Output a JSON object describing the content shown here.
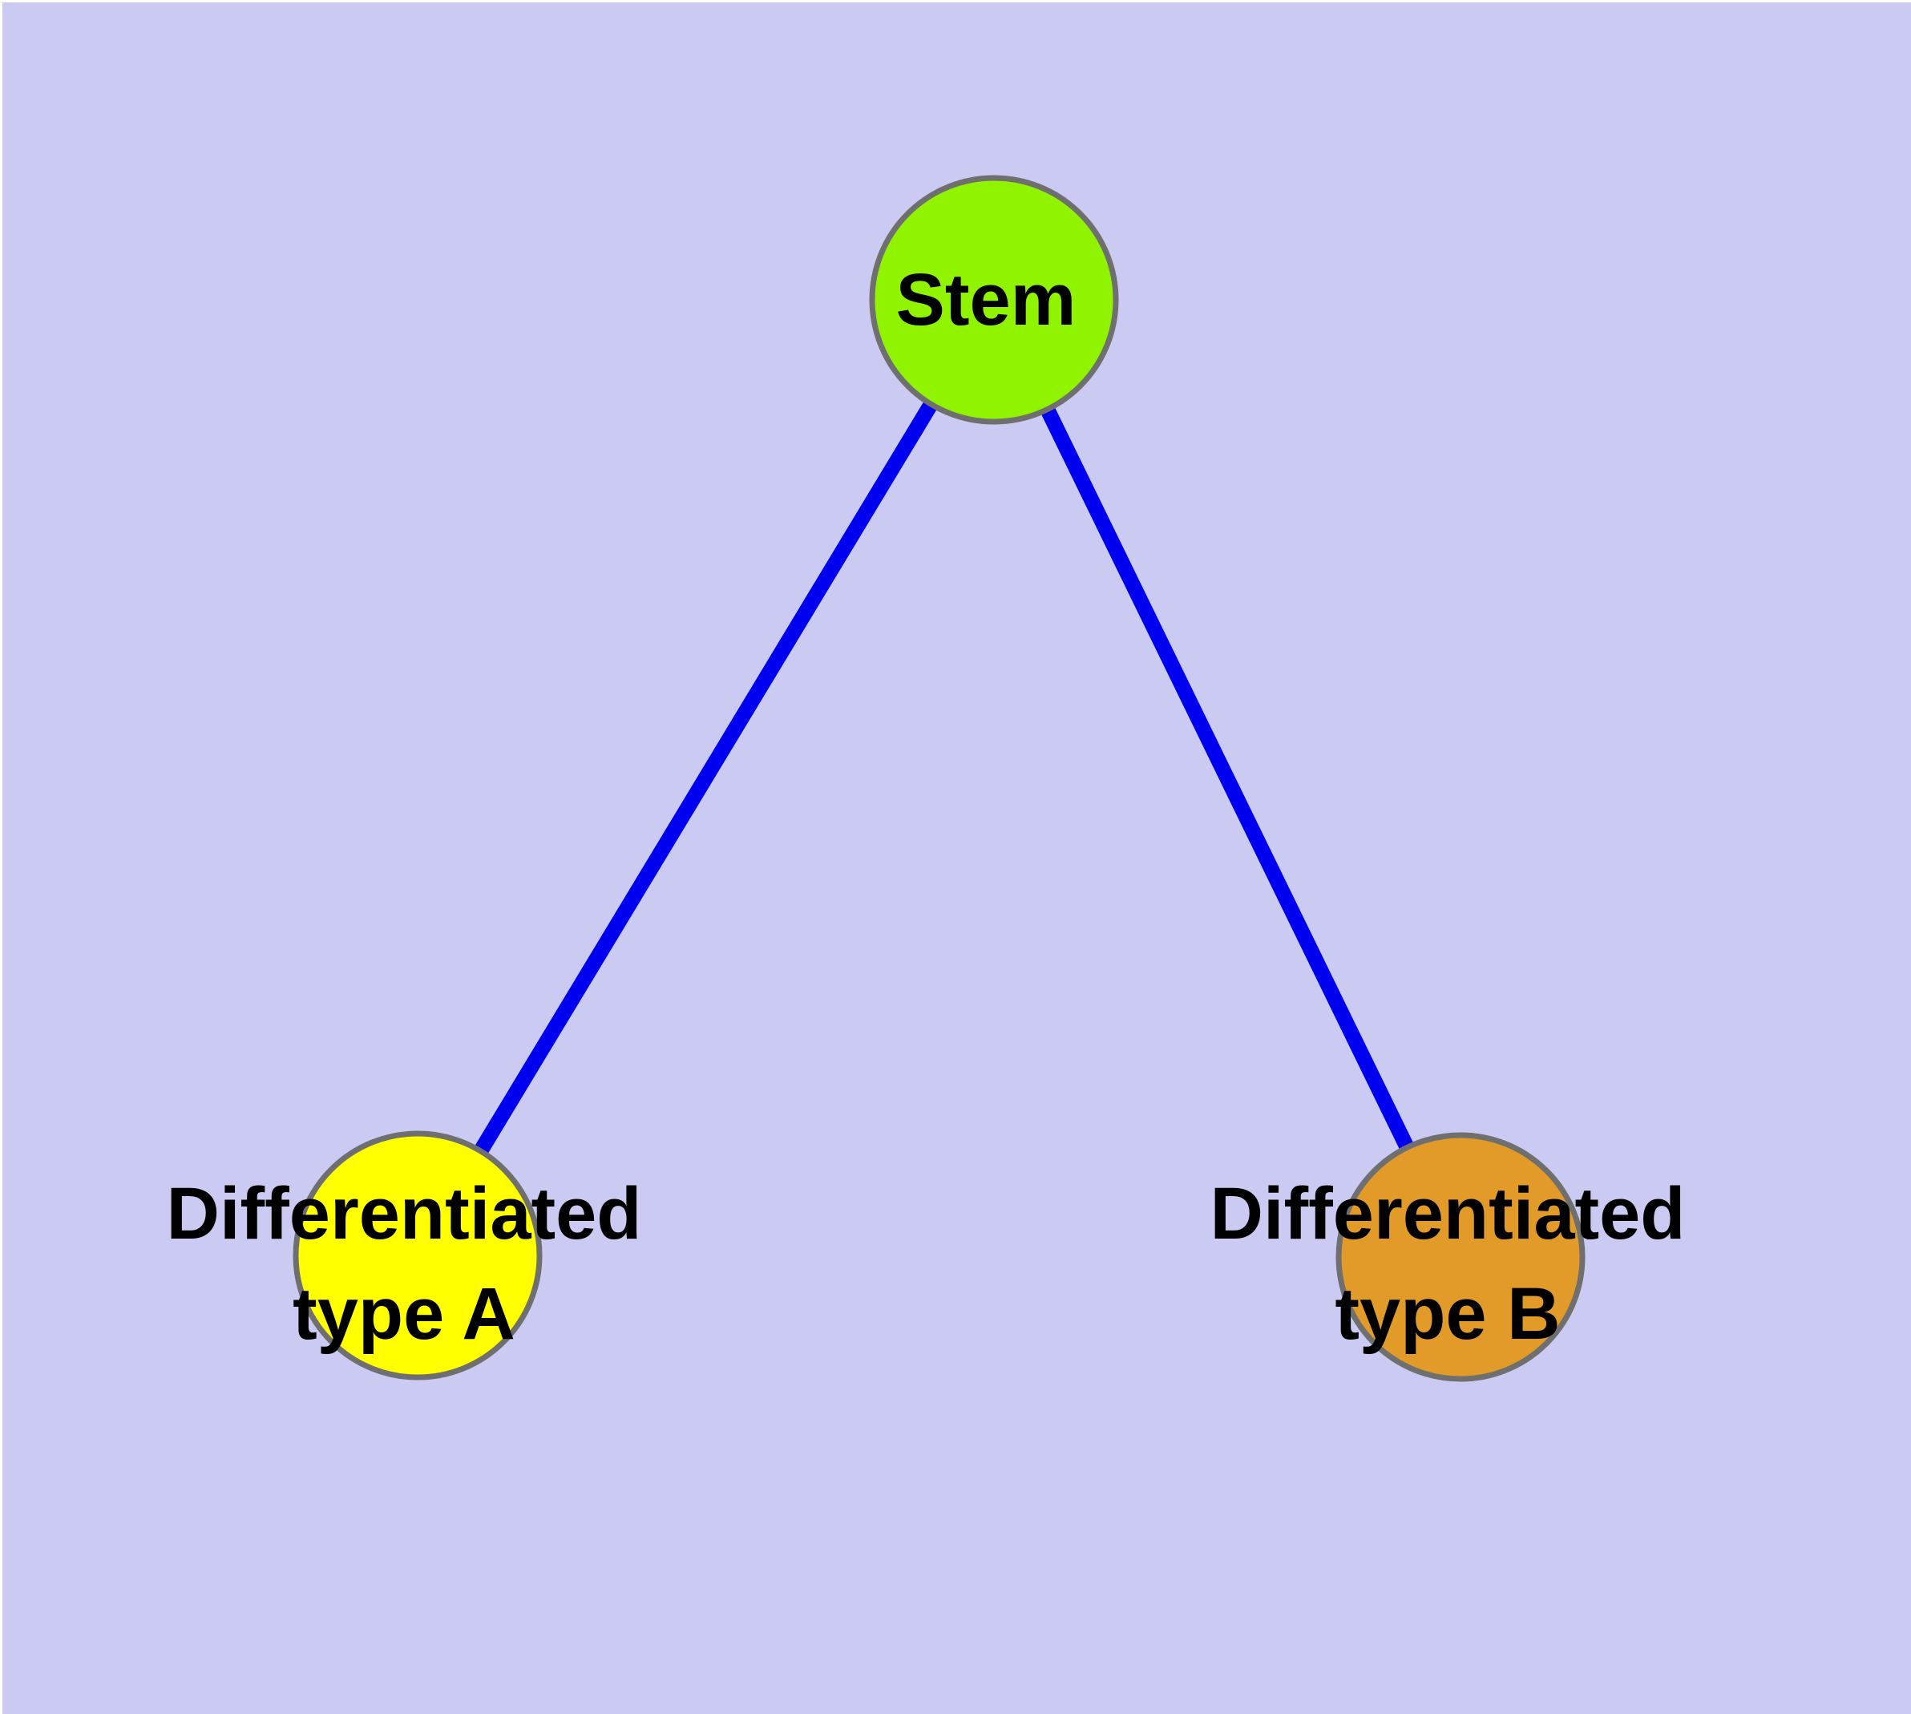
{
  "diagram": {
    "background_color": "#CACAF3",
    "edge_color": "#0000F0",
    "node_border_color": "#6F6F6F",
    "label_color": "#000000",
    "nodes": [
      {
        "id": "stem",
        "label": "Stem",
        "label_lines": [
          "Stem"
        ],
        "fill": "#90F400"
      },
      {
        "id": "differentiated-type-a",
        "label": "Differentiated type A",
        "label_lines": [
          "Differentiated",
          "type A"
        ],
        "fill": "#FFFF00"
      },
      {
        "id": "differentiated-type-b",
        "label": "Differentiated type B",
        "label_lines": [
          "Differentiated",
          "type B"
        ],
        "fill": "#E29B28"
      }
    ],
    "edges": [
      {
        "from": "Stem",
        "to": "Differentiated type A"
      },
      {
        "from": "Stem",
        "to": "Differentiated type B"
      }
    ]
  }
}
